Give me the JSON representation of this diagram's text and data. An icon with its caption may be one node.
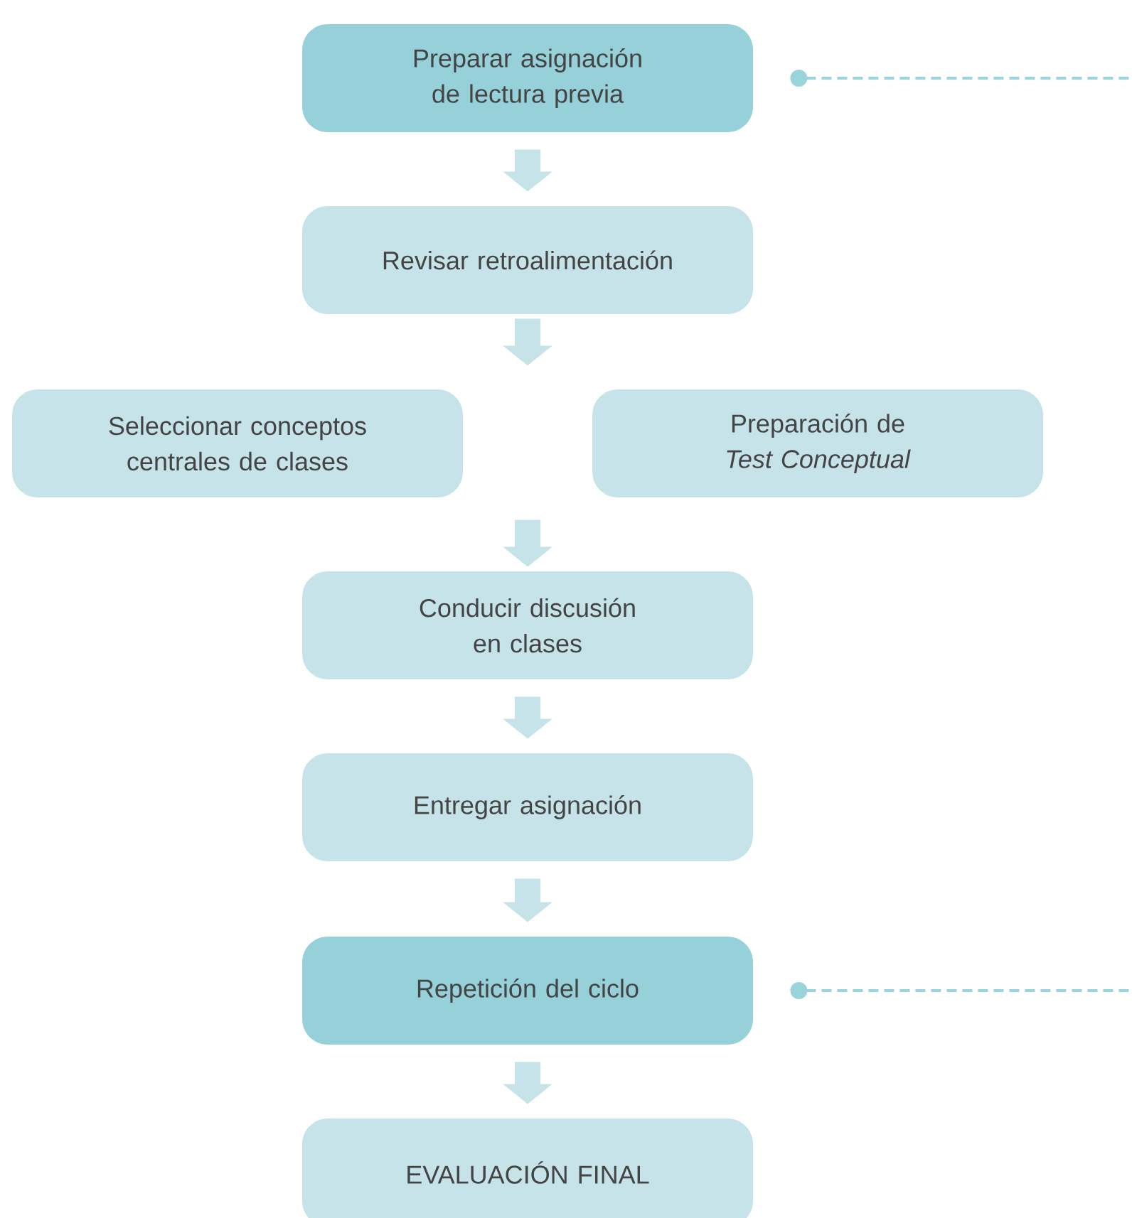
{
  "diagram": {
    "nodes": [
      {
        "text": [
          "Preparar asignación de lectura previa"
        ]
      },
      {
        "text": [
          "Revisar retroalimentación"
        ]
      },
      {
        "text": [
          "Seleccionar conceptos centrales de clases"
        ]
      },
      {
        "text": [
          "Preparación de *Test Conceptual*"
        ]
      },
      {
        "text": [
          "Conducir discusión en clases"
        ]
      },
      {
        "text": [
          "Entregar asignación"
        ]
      },
      {
        "text": [
          "Repetición del ciclo"
        ]
      },
      {
        "text": [
          "EVALUACIÓN FINAL"
        ]
      }
    ],
    "edges": [
      {
        "from": 0,
        "to": 1,
        "arrow": "to"
      },
      {
        "from": 1,
        "to": null,
        "arrow": "to"
      },
      {
        "from": null,
        "to": 4,
        "arrow": "to"
      },
      {
        "from": 4,
        "to": 5,
        "arrow": "to"
      },
      {
        "from": 5,
        "to": 6,
        "arrow": "to"
      },
      {
        "from": 6,
        "to": 7,
        "arrow": "to"
      },
      {
        "from": 0,
        "to": null,
        "arrow": "other",
        "style": "dashed",
        "color": "#9ad3da"
      },
      {
        "from": 6,
        "to": null,
        "arrow": "other",
        "style": "dashed",
        "color": "#9ad3da"
      }
    ]
  }
}
